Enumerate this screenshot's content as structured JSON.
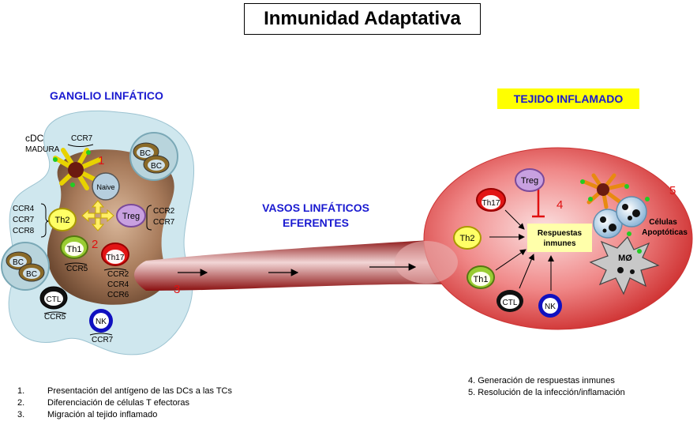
{
  "title": "Inmunidad Adaptativa",
  "lymph_node": {
    "heading": "GANGLIO LINFÁTICO",
    "cdc_label": "cDC",
    "cdc_sub": "MADURA",
    "ccr7_top": "CCR7",
    "naive": "Naive",
    "bc": "BC",
    "th2": "Th2",
    "treg": "Treg",
    "th1": "Th1",
    "th17": "Th17",
    "ctl": "CTL",
    "nk": "NK",
    "left_receptors": [
      "CCR4",
      "CCR7",
      "CCR8"
    ],
    "treg_receptors": [
      "CCR2",
      "CCR7"
    ],
    "th1_receptor": "CCR5",
    "th17_receptors": [
      "CCR2",
      "CCR4",
      "CCR6"
    ],
    "ctl_receptor": "CCR5",
    "nk_receptor": "CCR7"
  },
  "vessel": {
    "heading_line1": "VASOS LINFÁTICOS",
    "heading_line2": "EFERENTES"
  },
  "tissue": {
    "heading": "TEJIDO INFLAMADO",
    "treg": "Treg",
    "th17": "Th17",
    "th2": "Th2",
    "th1": "Th1",
    "ctl": "CTL",
    "nk": "NK",
    "responses_line1": "Respuestas",
    "responses_line2": "inmunes",
    "apoptotic_line1": "Células",
    "apoptotic_line2": "Apoptóticas",
    "macrophage": "MØ"
  },
  "step_numbers": [
    "1",
    "2",
    "3",
    "4",
    "5"
  ],
  "legend_left": [
    {
      "num": "1.",
      "text": "Presentación del antígeno de las DCs a las TCs"
    },
    {
      "num": "2.",
      "text": "Diferenciación de células T efectoras"
    },
    {
      "num": "3.",
      "text": "Migración al tejido inflamado"
    }
  ],
  "legend_right": [
    "4. Generación de respuestas inmunes",
    "5. Resolución de la infección/inflamación"
  ],
  "colors": {
    "heading_blue": "#1a1ad0",
    "step_red": "#e01010",
    "tissue_label_bg": "#ffff00",
    "th2_yellow": "#ffff66",
    "treg_purple": "#b98ad8",
    "th1_green": "#99cc33",
    "th17_red": "#e21515",
    "nk_blue": "#1010c0"
  }
}
